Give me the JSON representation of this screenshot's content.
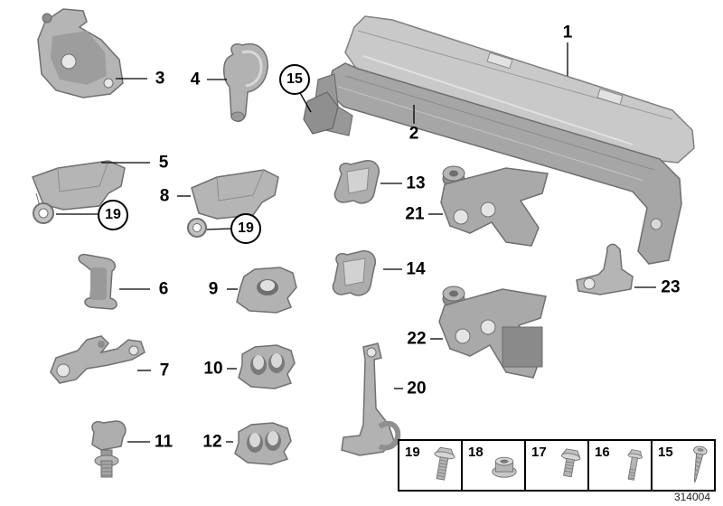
{
  "callouts": {
    "n1": "1",
    "n2": "2",
    "n3": "3",
    "n4": "4",
    "n5": "5",
    "n6": "6",
    "n7": "7",
    "n8": "8",
    "n9": "9",
    "n10": "10",
    "n11": "11",
    "n12": "12",
    "n13": "13",
    "n14": "14",
    "n20": "20",
    "n21": "21",
    "n22": "22",
    "n23": "23",
    "c15": "15",
    "c19a": "19",
    "c19b": "19"
  },
  "legend": {
    "items": [
      {
        "number": "19",
        "icon": "flange-hex-bolt"
      },
      {
        "number": "18",
        "icon": "flange-nut"
      },
      {
        "number": "17",
        "icon": "flange-hex-bolt-short"
      },
      {
        "number": "16",
        "icon": "hex-bolt"
      },
      {
        "number": "15",
        "icon": "self-tapping-screw"
      }
    ]
  },
  "diagram_number": "314004",
  "colors": {
    "part_fill": "#b5b5b5",
    "part_dark": "#8f8f8f",
    "part_light": "#d8d8d8",
    "outline": "#707070",
    "label": "#000000"
  }
}
